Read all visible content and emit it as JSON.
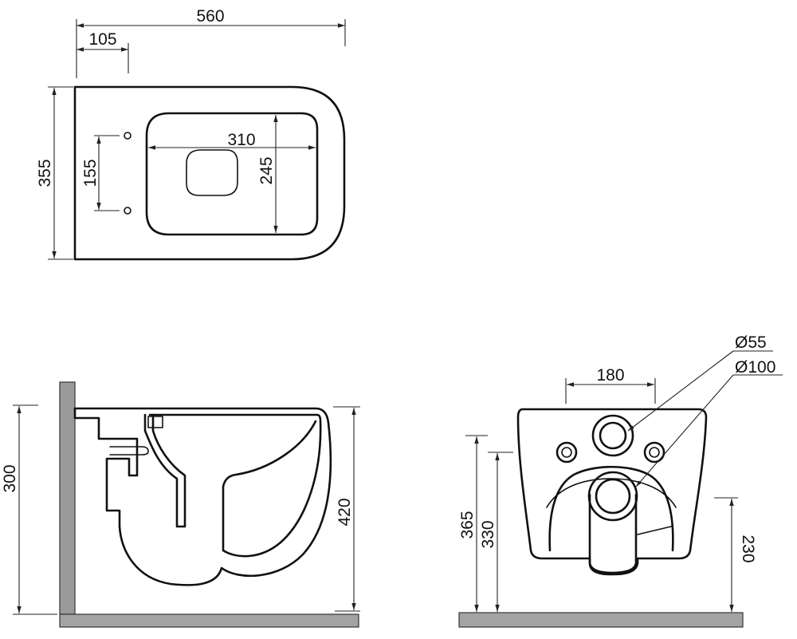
{
  "top_view": {
    "dim_length": "560",
    "dim_hole_offset": "105",
    "dim_width": "355",
    "dim_hole_spacing": "155",
    "dim_bowl_length": "310",
    "dim_bowl_width": "245"
  },
  "side_view": {
    "dim_outlet_height": "300",
    "dim_rim_height": "420"
  },
  "rear_view": {
    "dim_bolt_spacing": "180",
    "dim_inlet_diameter": "Ø55",
    "dim_outlet_diameter": "Ø100",
    "dim_inlet_height": "365",
    "dim_bolt_height": "330",
    "dim_outlet_center": "230"
  },
  "colors": {
    "line": "#111111",
    "wall_fill": "#9a9a9a",
    "floor_fill": "#a3a3a3"
  }
}
